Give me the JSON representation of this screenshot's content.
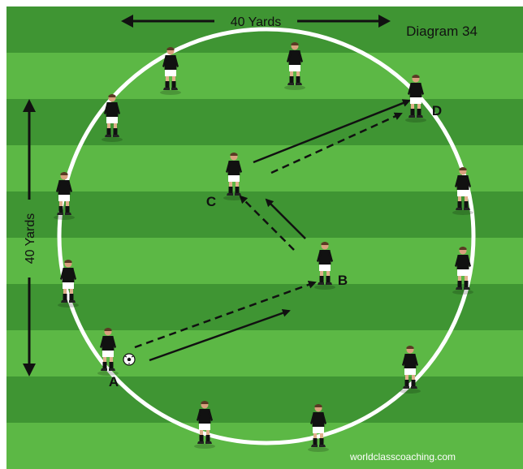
{
  "diagram": {
    "title": "Diagram 34",
    "width_label": "40 Yards",
    "height_label": "40 Yards",
    "credit": "worldclasscoaching.com",
    "point_labels": {
      "a": "A",
      "b": "B",
      "c": "C",
      "d": "D"
    },
    "colors": {
      "grass_light": "#5cb845",
      "grass_dark": "#3f9533",
      "circle": "#ffffff",
      "arrow": "#111111",
      "shirt": "#111111",
      "shorts": "#ffffff"
    }
  }
}
